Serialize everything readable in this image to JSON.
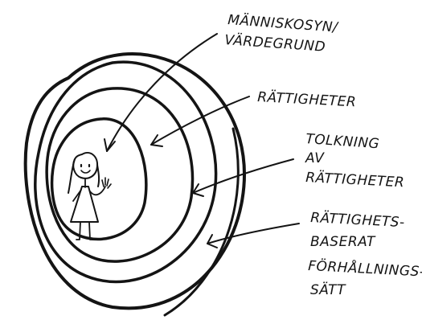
{
  "labels": {
    "manniskosyn": [
      "MÄNNISKOSYN/",
      "VÄRDEGRUND"
    ],
    "rattigheter": [
      "RÄTTIGHETER"
    ],
    "tolkning": [
      "TOLKNING",
      "AV",
      "RÄTTIGHETER"
    ],
    "forhallningssatt": [
      "RÄTTIGHETS-",
      "BASERAT",
      "FÖRHÅLLNINGS-",
      "SÄTT"
    ]
  },
  "colors": {
    "ink": "#141414",
    "background": "#ffffff"
  },
  "icons": {
    "figure": "person-waving-icon"
  }
}
